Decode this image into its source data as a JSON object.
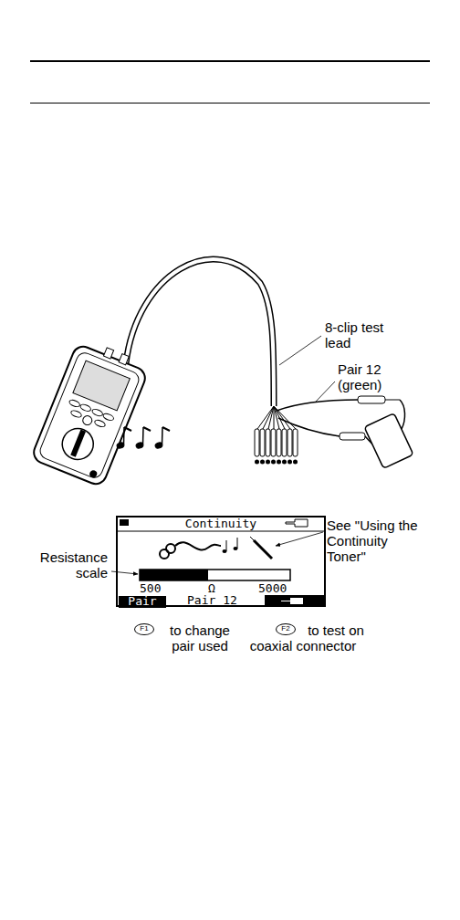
{
  "diagram": {
    "nodes": [
      {
        "text": [
          "Continuity",
          "500",
          "Ω",
          "5000",
          "Pair 12"
        ]
      },
      {
        "text": [
          "Pair"
        ],
        "in": 0
      },
      {
        "text": [
          "F1"
        ]
      },
      {
        "text": [
          "F2"
        ]
      }
    ],
    "labels": [
      "8-clip test lead",
      "Pair 12 (green)",
      "Resistance scale",
      "See \"Using the Continuity Toner\"",
      "to change pair used",
      "to test on coaxial connector"
    ]
  }
}
